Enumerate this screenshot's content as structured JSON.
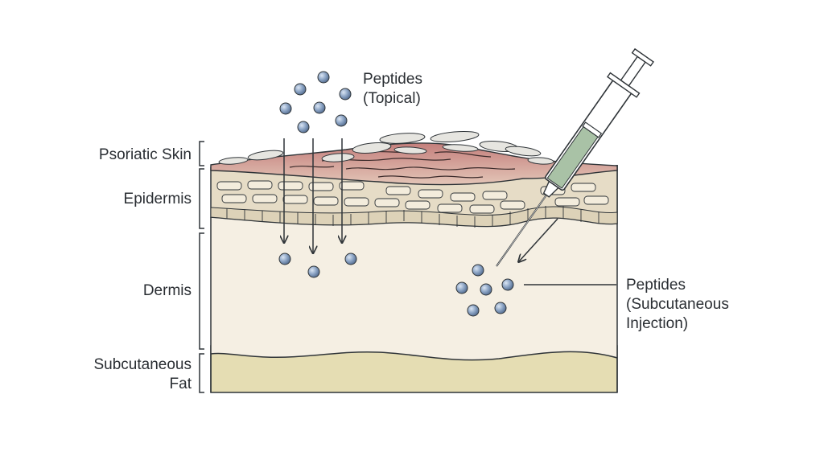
{
  "labels": {
    "psoriatic_skin": "Psoriatic Skin",
    "epidermis": "Epidermis",
    "dermis": "Dermis",
    "subcutaneous_fat_line1": "Subcutaneous",
    "subcutaneous_fat_line2": "Fat",
    "peptides_topical_line1": "Peptides",
    "peptides_topical_line2": "(Topical)",
    "peptides_injection_line1": "Peptides",
    "peptides_injection_line2": "(Subcutaneous",
    "peptides_injection_line3": "Injection)"
  },
  "colors": {
    "outline": "#2f3438",
    "dermis": "#f4eee2",
    "fat": "#e4dcb0",
    "epidermis": "#e2d7c0",
    "plaque": "#c98a86",
    "scale": "#e4e3de",
    "peptide": "#7d95b8",
    "syringe_fluid": "#a9c2a6"
  }
}
